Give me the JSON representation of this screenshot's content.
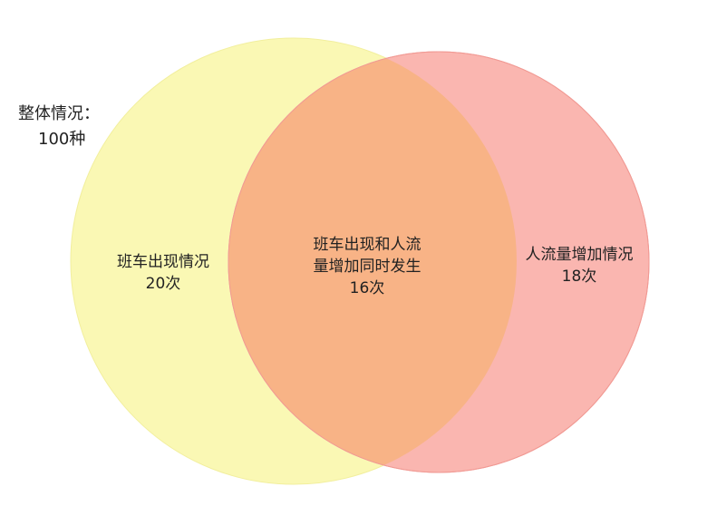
{
  "summary": {
    "label": "整体情况：",
    "total": "100种"
  },
  "sets": [
    {
      "label": "班车出现情况",
      "count": "20次",
      "color": "#faf8b4"
    },
    {
      "label": "人流量增加情况",
      "count": "18次",
      "color": "#f59e9a"
    }
  ],
  "intersection": {
    "line1": "班车出现和人流",
    "line2": "量增加同时发生",
    "count": "16次",
    "color": "#f8b386"
  }
}
